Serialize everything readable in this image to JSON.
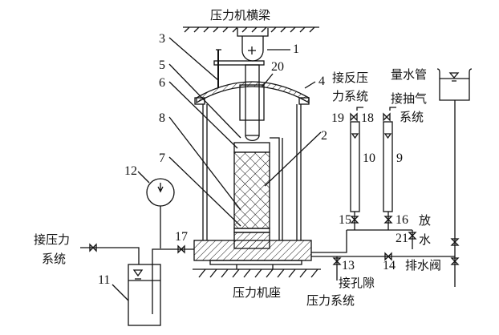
{
  "labels": {
    "crossbeam": "压力机横梁",
    "base": "压力机座",
    "to_pressure_1": "接压力",
    "to_pressure_2": "系统",
    "back_pressure_1": "接反压",
    "back_pressure_2": "力系统",
    "measuring_tube": "量水管",
    "vacuum_1": "接抽气",
    "vacuum_2": "系统",
    "release_1": "放",
    "release_2": "水",
    "drain_valve": "排水阀",
    "pore_1": "接孔隙",
    "pore_2": "压力系统"
  },
  "numbers": [
    "1",
    "2",
    "3",
    "4",
    "5",
    "6",
    "7",
    "8",
    "9",
    "10",
    "11",
    "12",
    "13",
    "14",
    "15",
    "16",
    "17",
    "18",
    "19",
    "20",
    "21"
  ]
}
